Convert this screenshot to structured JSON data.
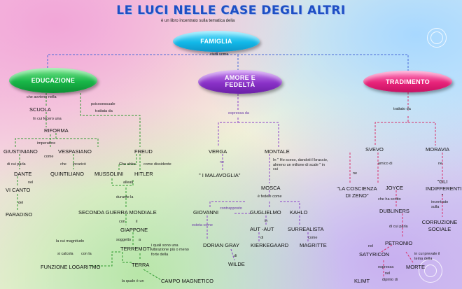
{
  "title": "LE LUCI NELLE CASE DEGLI ALTRI",
  "subtitle": "è un libro incentrato    sulla tematica della",
  "colors": {
    "famiglia": "#12b8e8",
    "educazione": "#19b648",
    "amore": "#8a32c8",
    "tradimento": "#e8247a",
    "link_blue": "#4a6ad8",
    "link_green": "#2e9a2e",
    "link_purple": "#8a40c8",
    "link_pink": "#d8306a"
  },
  "nodes": {
    "famiglia": "FAMIGLIA",
    "vista_come": "vista come",
    "educazione": "EDUCAZIONE",
    "amore": "AMORE E FEDELTÀ",
    "tradimento": "TRADIMENTO"
  },
  "edu": {
    "che_avviene": "che avviene     nella",
    "scuola": "SCUOLA",
    "in_cui": "In cui    fecero una",
    "riforma": "RIFORMA",
    "psico": "psicosessuale",
    "trattata": "trattata da",
    "imperatore": "imperatore",
    "giustiniano": "GIUSTINIANO",
    "vespasiano": "VESPASIANO",
    "come": "come",
    "di_cui_parla": "di cui   parla",
    "che": "che",
    "incarico": "incaricò",
    "dante": "DANTE",
    "quintiliano": "QUINTILIANO",
    "freud": "FREUD",
    "che_ebbe": "Che ebbe",
    "come_diss": "come dissidente",
    "mussolini": "MUSSOLINI",
    "hitler": "HITLER",
    "nel": "nel",
    "vi_canto": "VI CANTO",
    "alleati": "alleati",
    "durante_la": "durante la",
    "del": "del",
    "paradiso": "PARADISO",
    "seconda": "SECONDA GUERRA MONDIALE",
    "con": "con",
    "il": "il",
    "giappone": "GIAPPONE",
    "soggetto": "soggetto",
    "a": "a",
    "la_cui": "la cui magnitudo",
    "terremoti": "TERREMOTI",
    "si_calcola": "si calcola",
    "con_la": "con la",
    "funzione": "FUNZIONE LOGARITMO",
    "quali": "i quali sono una vibrazione più o meno forte della",
    "terra": "TERRA",
    "la_quale": "la quale è un",
    "campo": "CAMPO MAGNETICO"
  },
  "amo": {
    "espressa": "espressa da",
    "verga": "VERGA",
    "montale": "MONTALE",
    "ne1": "ne",
    "malavoglia": "\" I MALAVOGLIA\"",
    "in_ho": "In \" Ho sceso, dandoti il braccio, almeno un milione di scale \"  in cui",
    "mosca": "MOSCA",
    "e_fedele": "è fedele    come",
    "giovanni": "GIOVANNI",
    "contrapposto": "contrapposto",
    "guglielmo": "GUGLIELMO",
    "kahlo": "KAHLO",
    "esteta": "esteta    come",
    "in": "in",
    "autaut": "AUT -AUT",
    "surrealista": "SURREALISTA",
    "di": "di",
    "kierkegaard": "KIERKEGAARD",
    "come2": "come",
    "magritte": "MAGRITTE",
    "dorian": "DORIAN GRAY",
    "di2": "di",
    "wilde": "WILDE"
  },
  "tra": {
    "trattato": "trattato    da",
    "svevo": "SVEVO",
    "moravia": "MORAVIA",
    "amico": "amico di",
    "ne": "ne",
    "ne2": "ne",
    "coscienza": "\"LA COSCIENZA DI ZENO\"",
    "joyce": "JOYCE",
    "indifferenti": "\"GLI INDIFFERENTI \"",
    "che_ha": "che ha    scritto",
    "incentrato": "incentrato sulla",
    "dubliners": "DUBLINERS",
    "corruzione": "CORRUZIONE SOCIALE",
    "di_cui_parla": "di cui parla",
    "petronio": "PETRONIO",
    "nel": "nel",
    "satyricon": "SATYRICON",
    "in_cui_prevale": "in cui prevale il tema della",
    "morte": "MORTE",
    "espressa": "espressa",
    "nel2": "nel",
    "dipinto": "dipinto di",
    "klimt": "KLIMT"
  }
}
